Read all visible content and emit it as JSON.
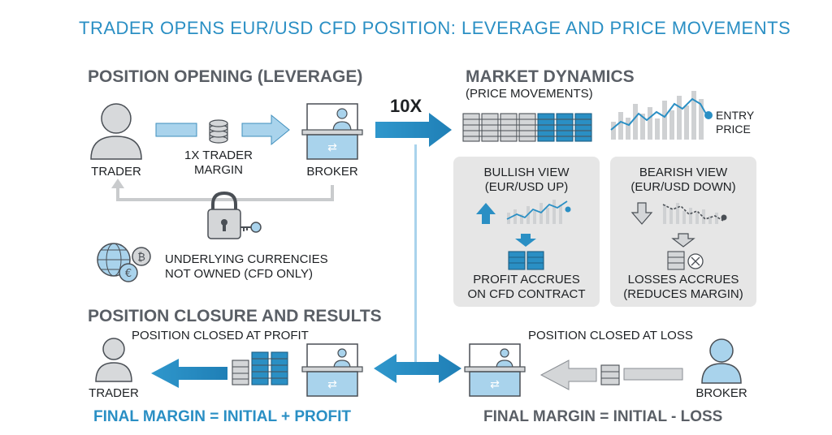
{
  "title": "TRADER OPENS EUR/USD CFD POSITION: LEVERAGE AND PRICE MOVEMENTS",
  "opening": {
    "heading": "POSITION OPENING (LEVERAGE)",
    "trader": "TRADER",
    "margin": "1x TRADER\nMARGIN",
    "broker": "BROKER",
    "leverage": "10x",
    "underlying": "UNDERLYING CURRENCIES\nNOT OWNED (CFD ONLY)"
  },
  "market": {
    "heading": "MARKET DYNAMICS",
    "subheading": "(PRICE MOVEMENTS)",
    "entry_price": "ENTRY\nPRICE",
    "bullish": {
      "title": "BULLISH VIEW\n(EUR/USD UP)",
      "result": "PROFIT ACCRUES\nON CFD CONTRACT"
    },
    "bearish": {
      "title": "BEARISH VIEW\n(EUR/USD DOWN)",
      "result": "LOSSES ACCRUES\n(REDUCES MARGIN)"
    }
  },
  "closure": {
    "heading": "POSITION CLOSURE AND RESULTS",
    "profit_caption": "POSITION CLOSED AT PROFIT",
    "loss_caption": "POSITION CLOSED AT LOSS",
    "trader": "TRADER",
    "broker": "BROKER",
    "final_profit": "FINAL MARGIN = INITIAL + PROFIT",
    "final_loss": "FINAL MARGIN = INITIAL - LOSS"
  },
  "colors": {
    "accent": "#2a8fc4",
    "accent_light": "#a9d3ec",
    "grey": "#5a5f66",
    "panel": "#e6e6e6"
  }
}
